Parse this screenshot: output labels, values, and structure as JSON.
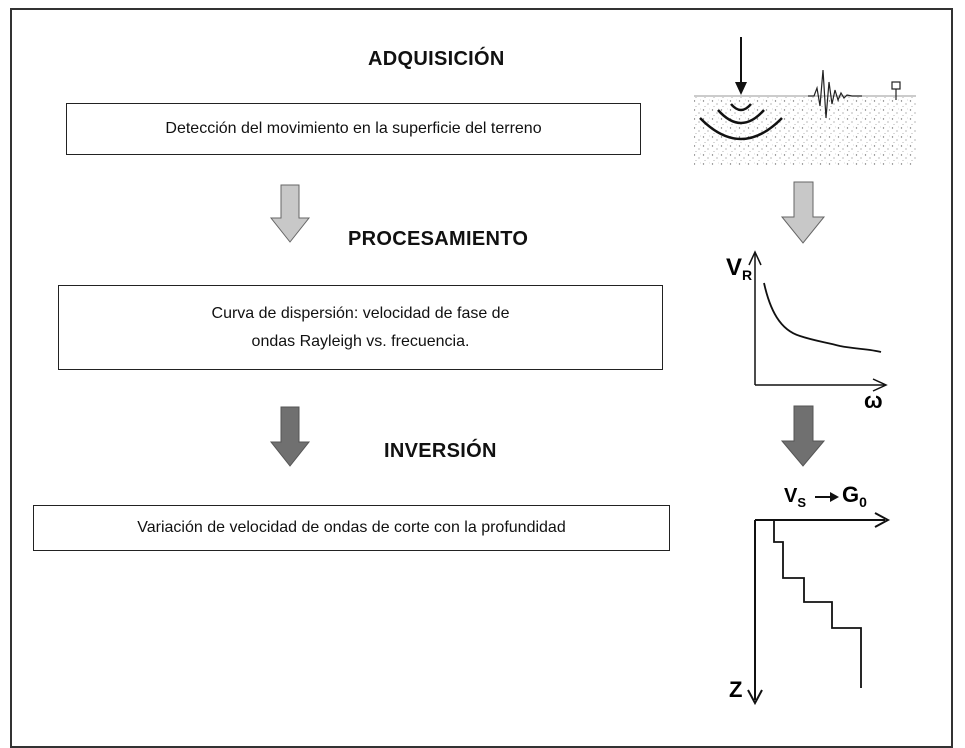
{
  "stages": {
    "acquisition": "ADQUISICIÓN",
    "processing": "PROCESAMIENTO",
    "inversion": "INVERSIÓN"
  },
  "boxes": {
    "acquisition": "Detección del movimiento en la superficie del terreno",
    "processing_line1": "Curva de dispersión: velocidad de fase de",
    "processing_line2": "ondas Rayleigh vs. frecuencia.",
    "inversion": "Variación de velocidad de ondas de corte con la profundidad"
  },
  "symbols": {
    "vr_main": "V",
    "vr_sub": "R",
    "omega": "ω",
    "vs_main": "V",
    "vs_sub": "S",
    "g_main": "G",
    "g_sub": "0",
    "z": "Z"
  },
  "colors": {
    "arrow_light": "#c8c8c8",
    "arrow_dark": "#707070",
    "arrow_outline": "#666666"
  }
}
